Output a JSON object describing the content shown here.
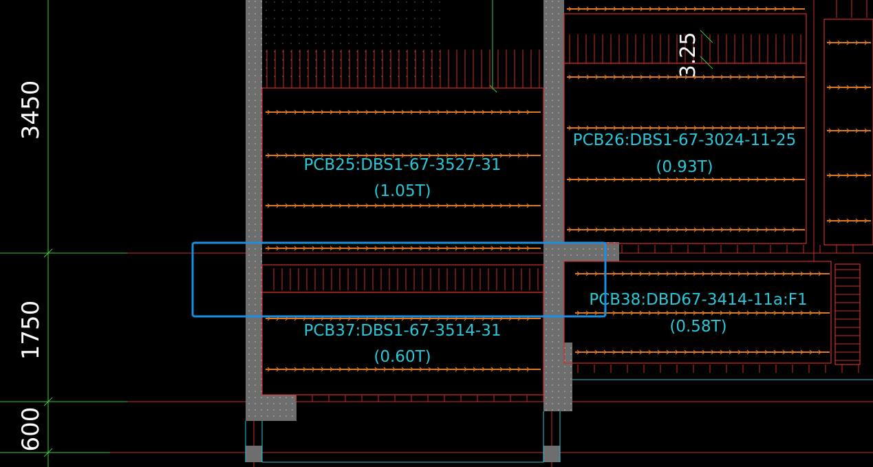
{
  "dimensions": {
    "left_column": [
      "3450",
      "1750",
      "600"
    ],
    "top_span": "3.25"
  },
  "panels": [
    {
      "id": "PCB25",
      "label": "PCB25:DBS1-67-3527-31",
      "weight": "(1.05T)"
    },
    {
      "id": "PCB26",
      "label": "PCB26:DBS1-67-3024-11-25",
      "weight": "(0.93T)"
    },
    {
      "id": "PCB37",
      "label": "PCB37:DBS1-67-3514-31",
      "weight": "(0.60T)"
    },
    {
      "id": "PCB38",
      "label": "PCB38:DBD67-3414-11a:F1",
      "weight": "(0.58T)"
    }
  ],
  "selection": {
    "label": "selection-box"
  },
  "colors": {
    "background": "#000000",
    "rebar": "#e2781e",
    "grid_line": "#d42a2a",
    "dimension_line": "#3ad13a",
    "text_cyan": "#29c7d8",
    "selection": "#1d8fe0",
    "column_fill": "#6e6e6e"
  }
}
